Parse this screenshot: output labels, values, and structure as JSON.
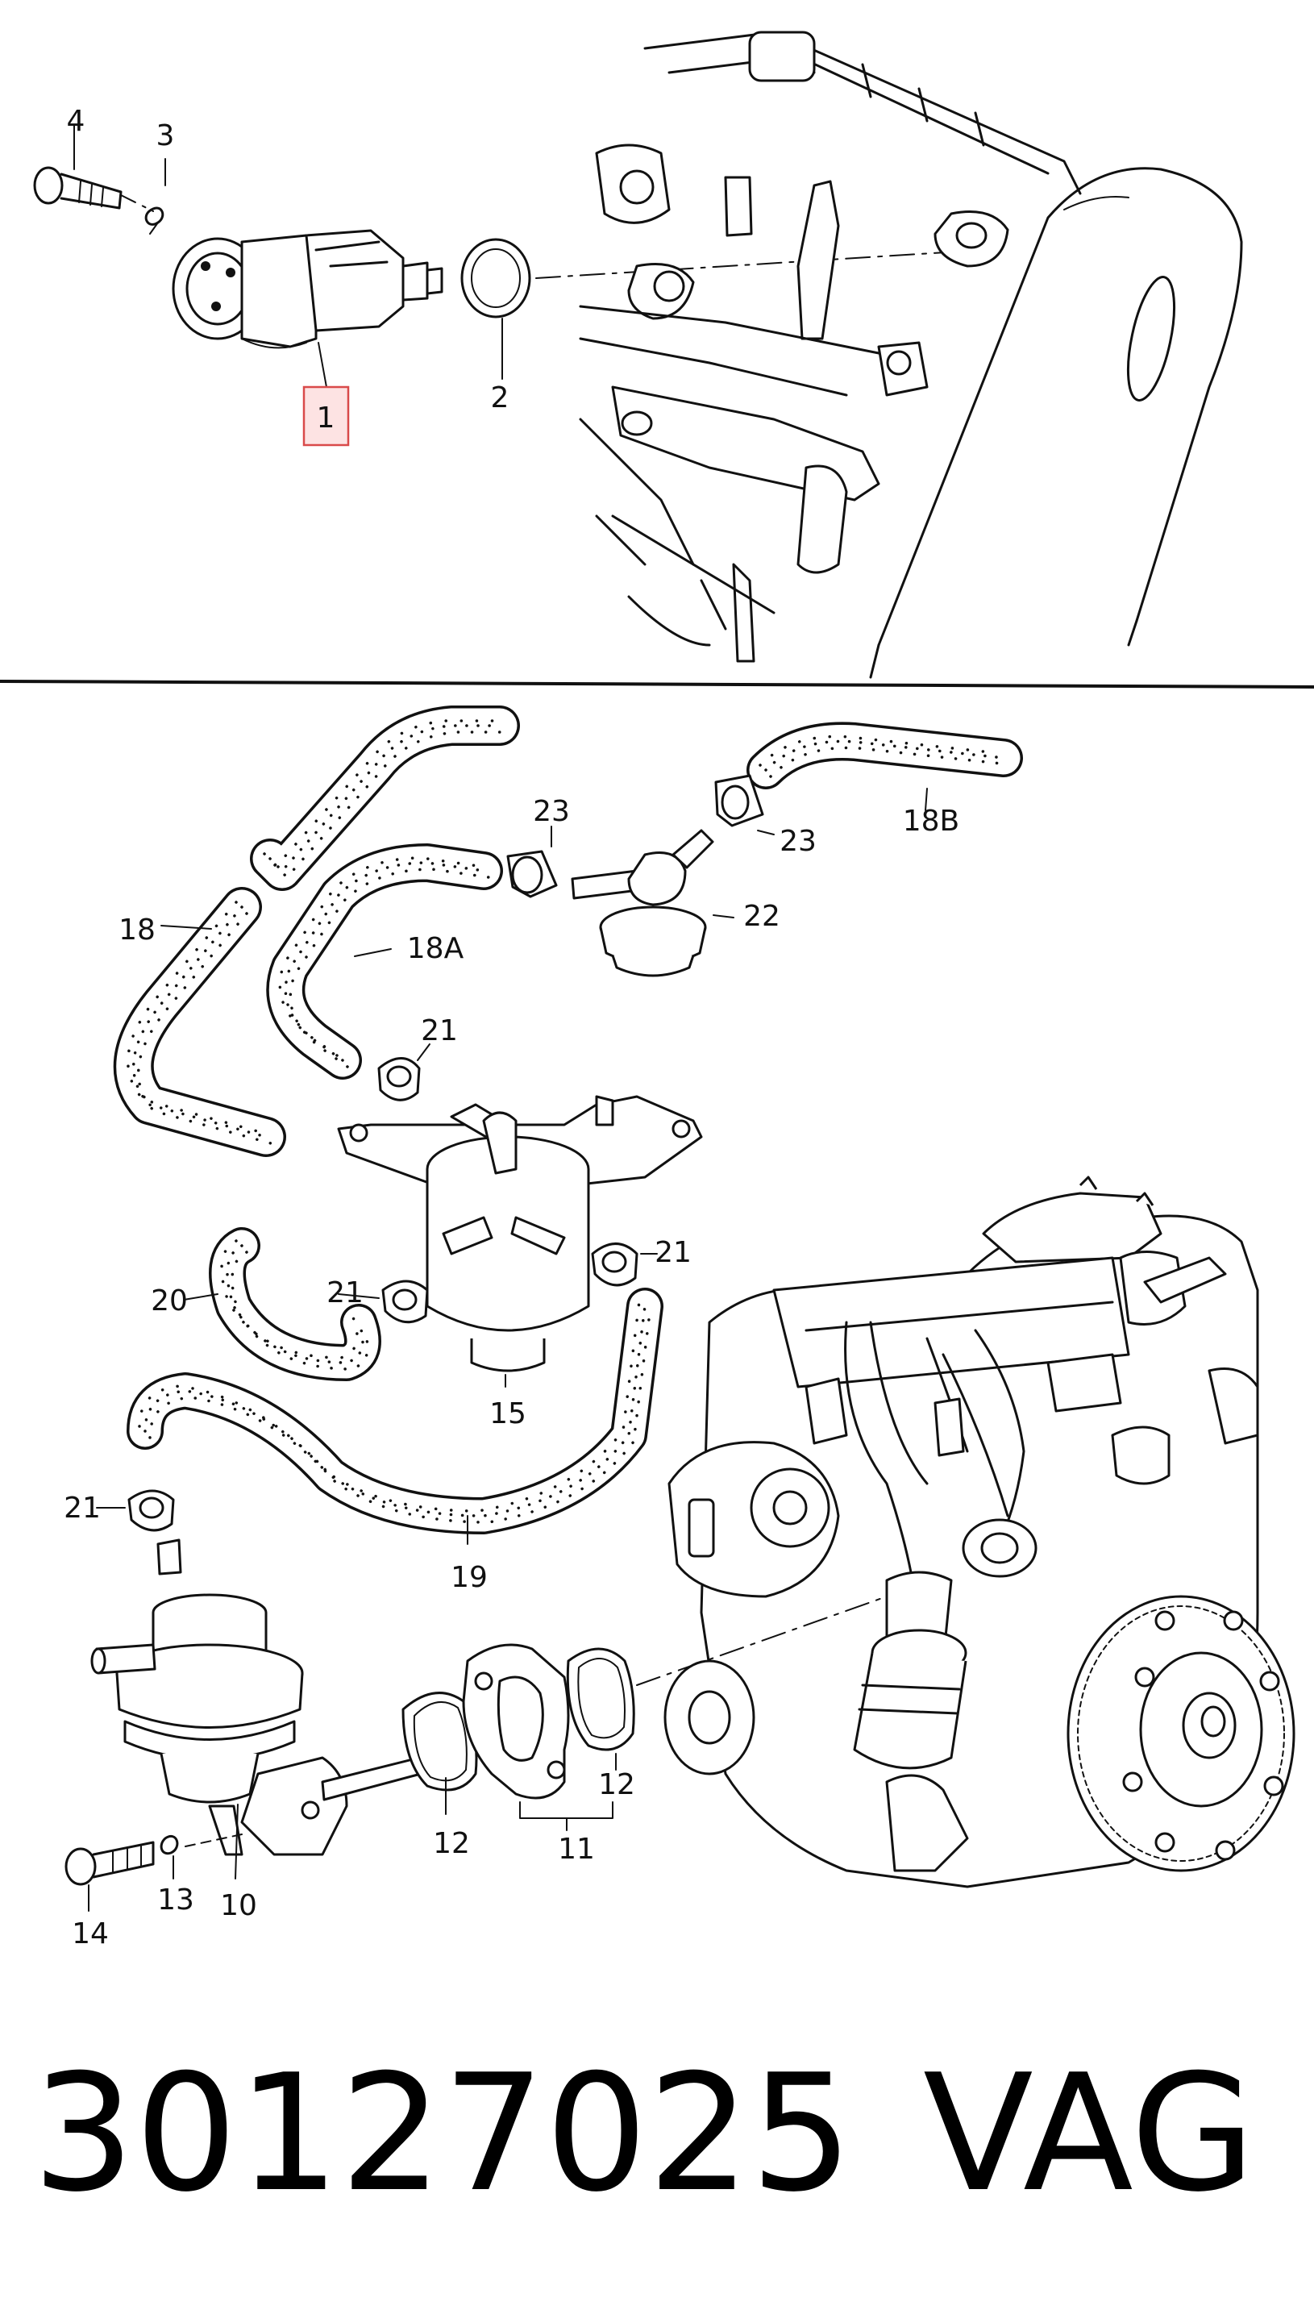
{
  "diagram": {
    "colors": {
      "ink": "#111111",
      "highlight_fill": "#fde3e3",
      "highlight_stroke": "#d94a4a",
      "background": "#ffffff"
    },
    "callouts_top": [
      "1",
      "2",
      "3",
      "4"
    ],
    "callouts_bottom": [
      "10",
      "11",
      "12",
      "12",
      "13",
      "14",
      "15",
      "18",
      "18A",
      "18B",
      "19",
      "20",
      "21",
      "21",
      "21",
      "21",
      "22",
      "23",
      "23"
    ],
    "highlighted_part": "1"
  },
  "footer": {
    "part_number": "30127025",
    "brand": "VAG"
  }
}
